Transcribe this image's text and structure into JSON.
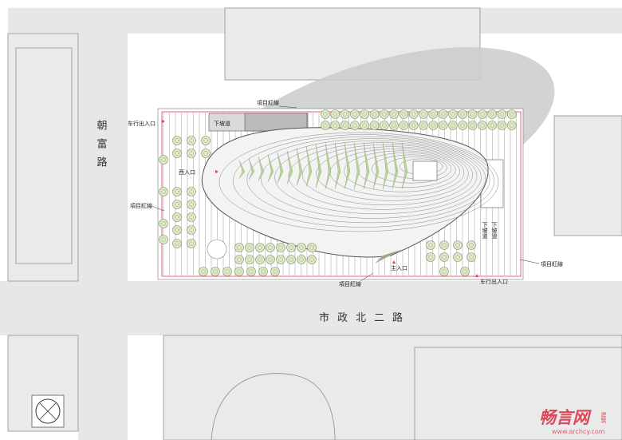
{
  "plan": {
    "roads": {
      "west": "朝富路",
      "south": "市政北二路"
    },
    "labels": {
      "redline_top": "項目紅線",
      "redline_left": "項目紅線",
      "redline_bottom": "項目紅線",
      "redline_right": "項目紅線",
      "vehicle_entrance_west": "车行出入口",
      "vehicle_entrance_south": "车行出入口",
      "ramp_top": "下坡道",
      "ramp_right_1": "下坡道",
      "ramp_right_2": "下坡道",
      "west_entrance": "西入口",
      "main_entrance": "主入口"
    },
    "colors": {
      "redline": "#e23a5a",
      "road": "#e6e8e7",
      "tree": "#dfe9c8",
      "roof_green": "#b9d39a"
    }
  },
  "watermark": {
    "brand": "畅言网",
    "brand_tag": "建筑",
    "url": "www.archcy.com"
  }
}
